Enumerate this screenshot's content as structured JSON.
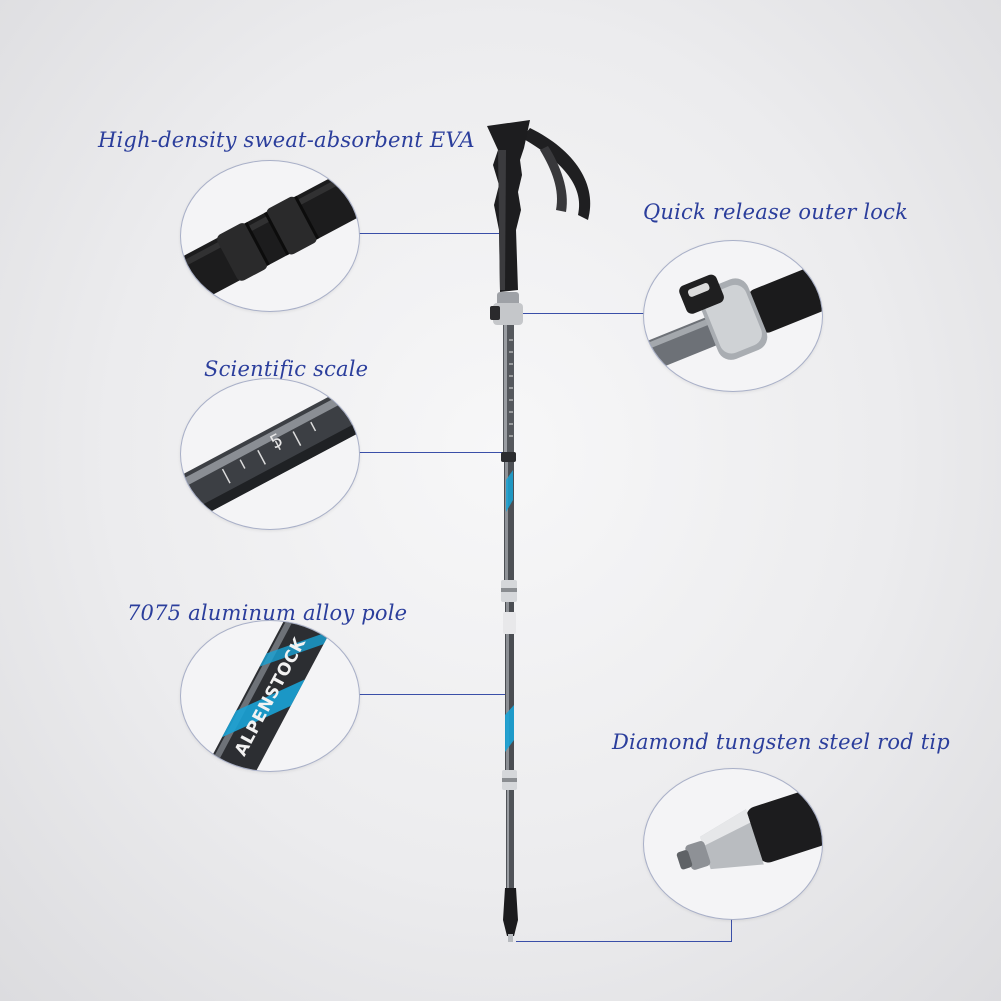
{
  "callouts": {
    "grip": {
      "text": "High-density sweat-absorbent EVA",
      "icon": "eva-grip-closeup"
    },
    "lock": {
      "text": "Quick release outer lock",
      "icon": "quick-lock-closeup"
    },
    "scale": {
      "text": "Scientific scale",
      "icon": "scale-closeup"
    },
    "pole": {
      "text": "7075 aluminum alloy pole",
      "icon": "alloy-pole-closeup"
    },
    "tip": {
      "text": "Diamond tungsten steel rod tip",
      "icon": "rod-tip-closeup"
    }
  },
  "scale_marks": [
    "5"
  ],
  "pole_brand": "ALPENSTOCK",
  "colors": {
    "label": "#2b3e9c",
    "leader": "#3a4fa8",
    "accent": "#19a3d6",
    "pole": "#4a4d52"
  }
}
